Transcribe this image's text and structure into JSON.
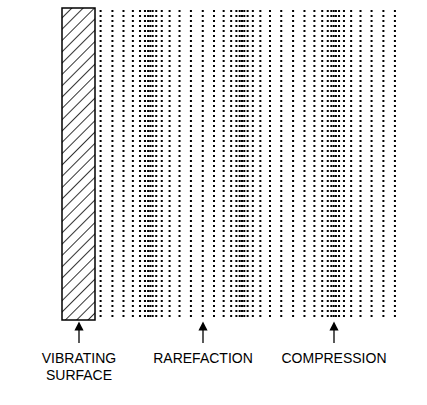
{
  "diagram": {
    "labels": [
      "VIBRATING SURFACE",
      "RAREFACTION",
      "COMPRESSION"
    ]
  }
}
